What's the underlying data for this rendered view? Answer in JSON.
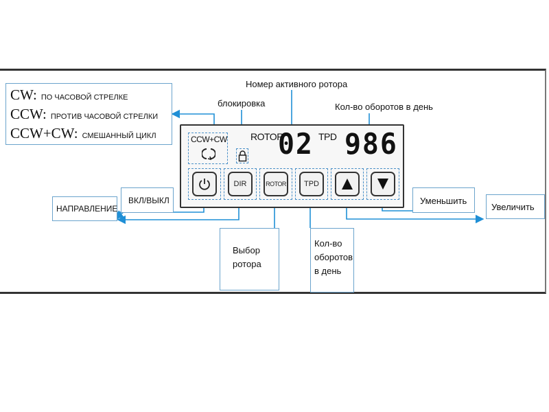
{
  "legend": {
    "cw_code": "CW:",
    "cw_text": "ПО ЧАСОВОЙ СТРЕЛКЕ",
    "ccw_code": "CCW:",
    "ccw_text": "ПРОТИВ ЧАСОВОЙ СТРЕЛКИ",
    "mix_code": "CCW+CW:",
    "mix_text": "СМЕШАННЫЙ ЦИКЛ"
  },
  "labels": {
    "active_rotor": "Номер активного ротора",
    "lock": "блокировка",
    "tpd_count": "Кол-во оборотов в день",
    "on_off": "ВКЛ/ВЫКЛ",
    "direction": "НАПРАВЛЕНИЕ",
    "decrease": "Уменьшить",
    "increase": "Увеличить",
    "rotor_select_line1": "Выбор",
    "rotor_select_line2": "ротора",
    "tpd_line1": "Кол-во",
    "tpd_line2": "оборотов",
    "tpd_line3": "в день"
  },
  "panel": {
    "mode_text": "CCW+CW",
    "rotor_label": "ROTOR",
    "rotor_value": "02",
    "tpd_label": "TPD",
    "tpd_value": "986",
    "buttons": {
      "dir": "DIR",
      "rotor": "ROTOR",
      "tpd": "TPD"
    }
  },
  "icons": {
    "power": "power-icon",
    "rotate": "rotate-icon",
    "lock": "lock-icon",
    "up": "triangle-up-icon",
    "down": "triangle-down-icon"
  },
  "colors": {
    "accent": "#1f8fd6"
  }
}
